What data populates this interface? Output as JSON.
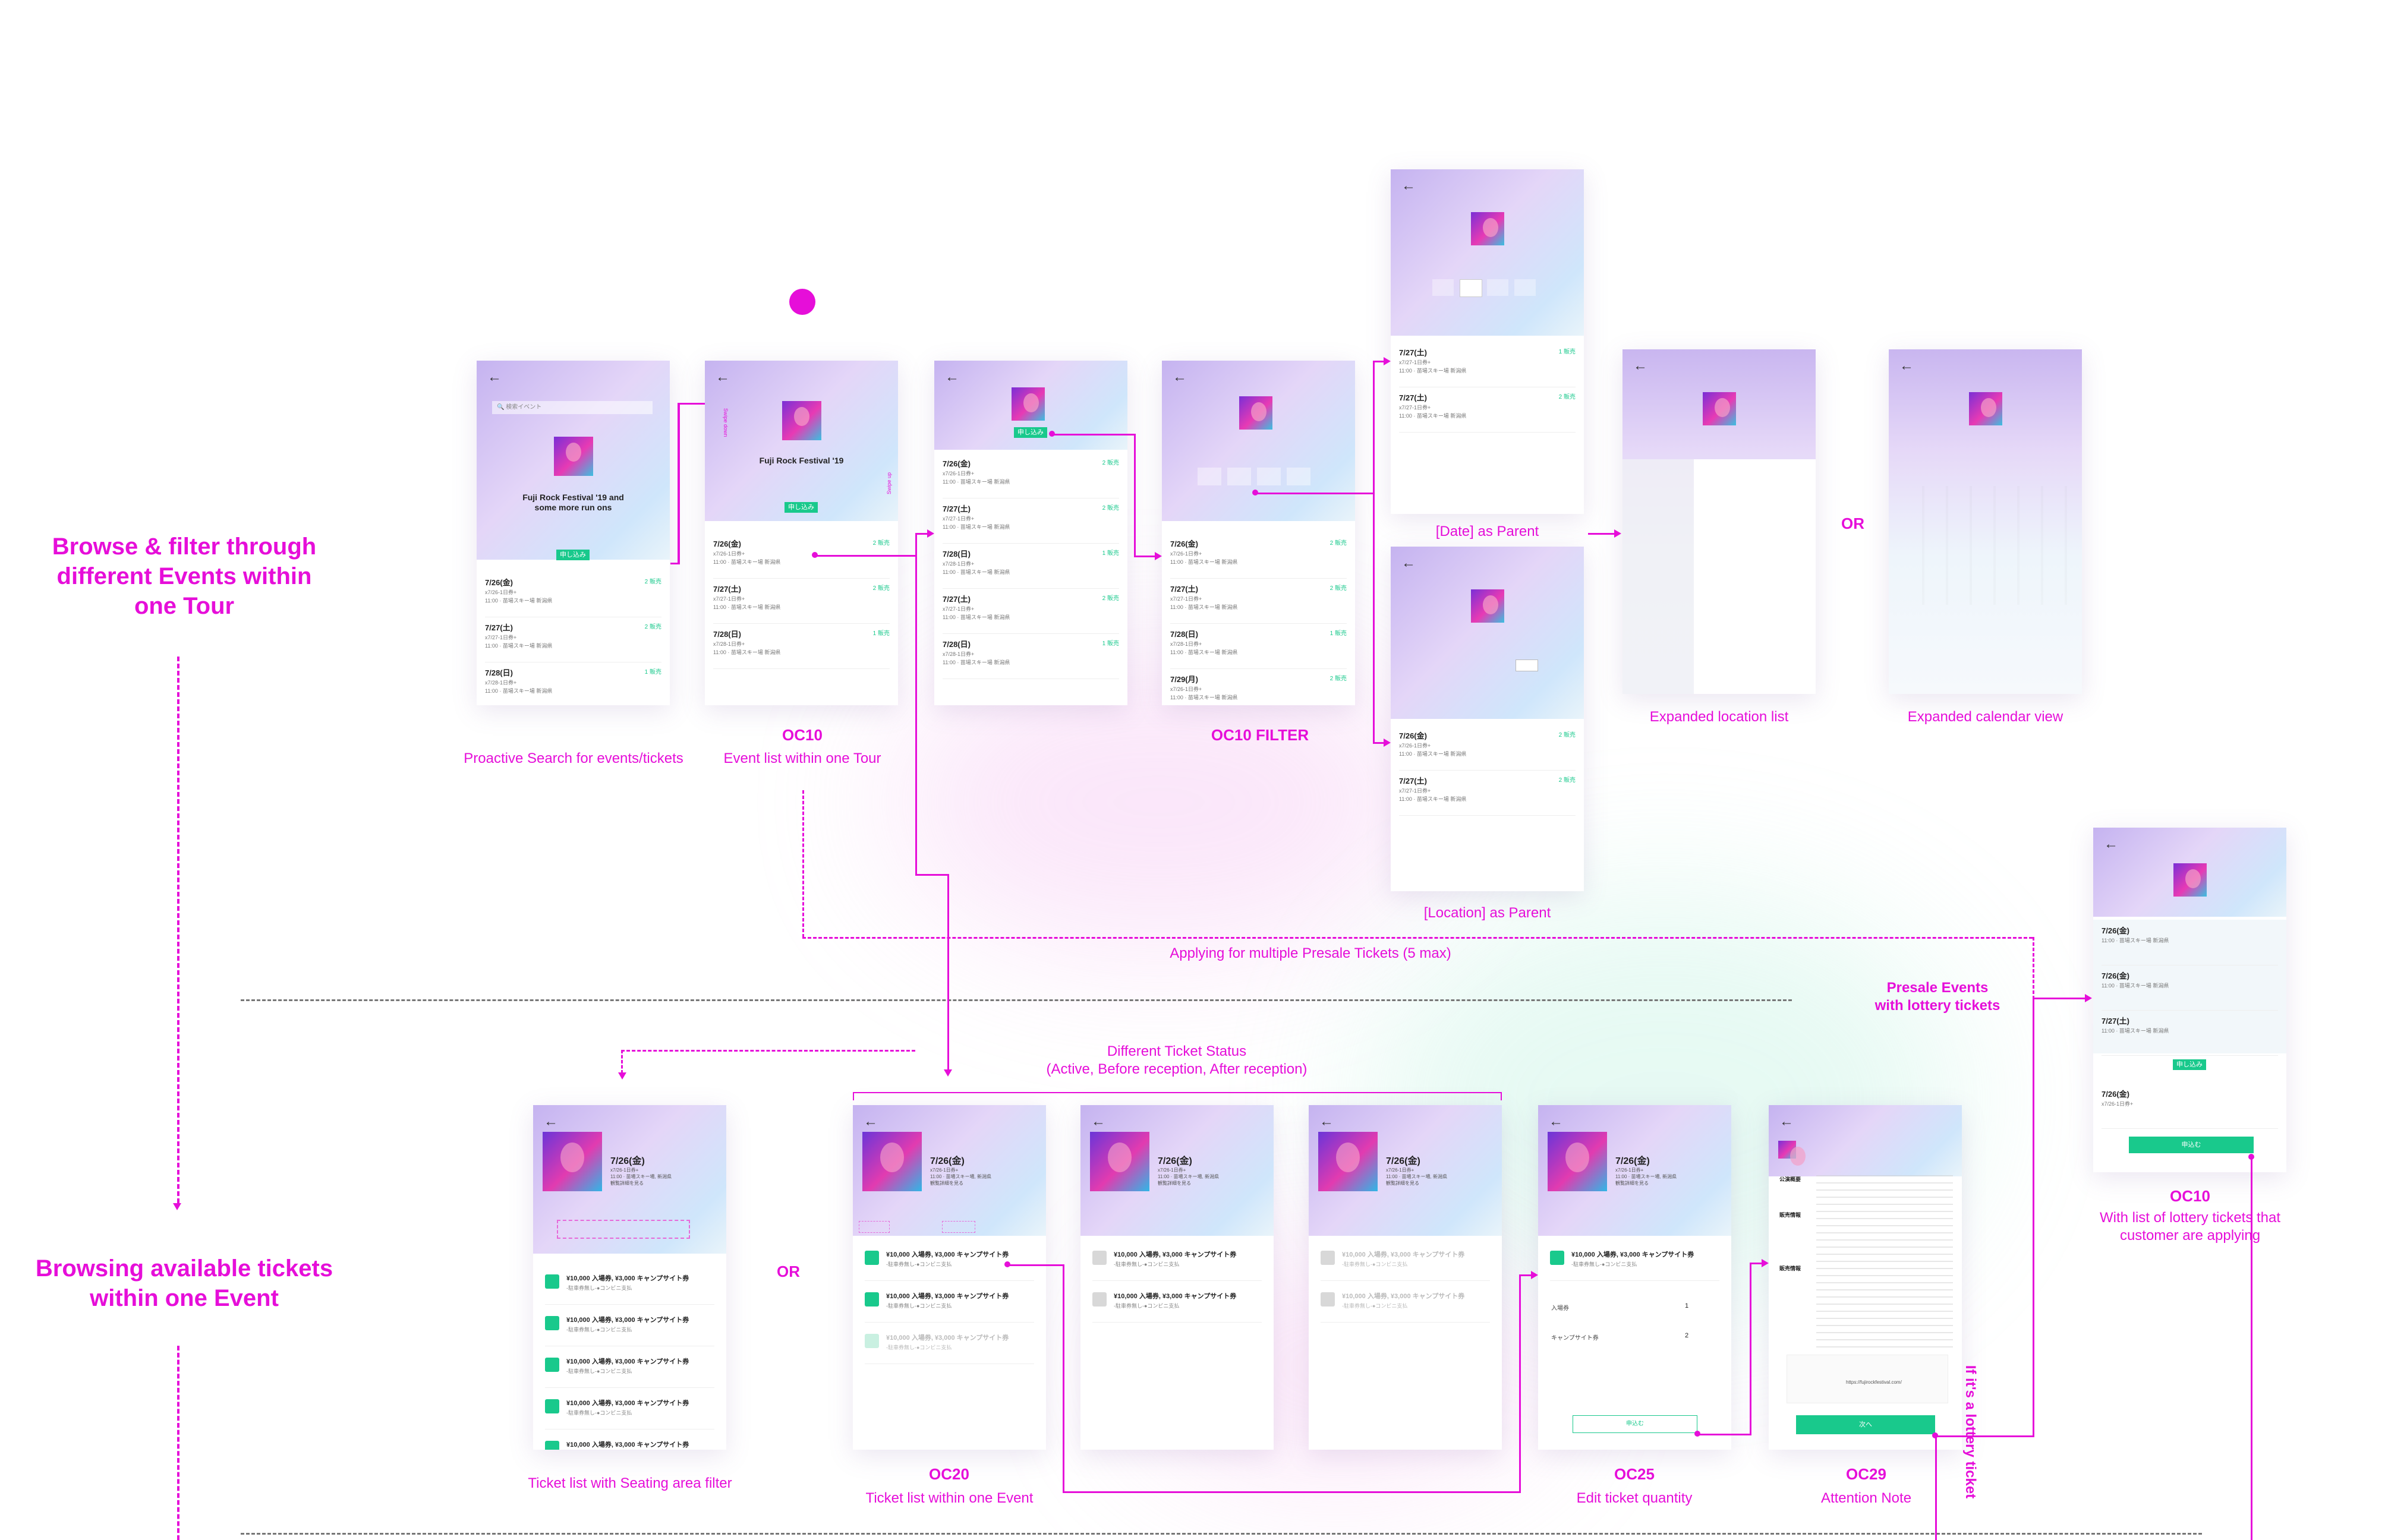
{
  "sections": {
    "browse": "Browse & filter through\ndifferent Events within\none Tour",
    "browsing": "Browsing available tickets\nwithin one Event"
  },
  "or_label": "OR",
  "flow_labels": {
    "applying": "Applying for multiple Presale Tickets (5 max)",
    "ticket_status": "Different Ticket Status\n(Active, Before reception, After reception)",
    "presale": "Presale Events\nwith lottery tickets",
    "lottery": "If it's a lottery ticket"
  },
  "captions": {
    "proactive": "Proactive Search for events/tickets",
    "oc10_code": "OC10",
    "oc10": "Event list within one Tour",
    "oc10_filter": "OC10 FILTER",
    "date_parent": "[Date] as Parent",
    "location_parent": "[Location] as Parent",
    "location_list": "Expanded location list",
    "calendar_view": "Expanded calendar view",
    "seating": "Ticket list with Seating area filter",
    "oc20_code": "OC20",
    "oc20": "Ticket list within one Event",
    "oc25_code": "OC25",
    "oc25": "Edit ticket quantity",
    "oc29_code": "OC29",
    "oc29": "Attention Note",
    "oc10b_code": "OC10",
    "oc10b": "With list of lottery tickets that\ncustomer are applying"
  },
  "screen": {
    "back": "←",
    "search_placeholder": "🔍 検索イベント",
    "festival_title_1": "Fuji Rock Festival '19 and\nsome more run ons",
    "festival_title_2": "Fuji Rock Festival '19",
    "apply_btn": "申し込み",
    "swipe_down": "Swipe down",
    "swipe_up": "Swipe up",
    "dates": [
      "7/26(金)",
      "7/27(土)",
      "7/28(日)",
      "7/29(月)",
      "7/27(土)"
    ],
    "rows": [
      {
        "d": "7/26(金)",
        "s": "x7/26-1日券+",
        "t": "11:00 · 苗場スキー場 新潟県",
        "g": "2 販売"
      },
      {
        "d": "7/27(土)",
        "s": "x7/27-1日券+",
        "t": "11:00 · 苗場スキー場 新潟県",
        "g": "2 販売"
      },
      {
        "d": "7/28(日)",
        "s": "x7/28-1日券+",
        "t": "11:00 · 苗場スキー場 新潟県",
        "g": "1 販売"
      }
    ],
    "event_date": "7/26(金)",
    "event_sub": "x7/26-1日券+\n11:00 · 苗場スキー場, 新潟県\n観覧詳細を見る",
    "ticket_title": "¥10,000 入場券, ¥3,000 キャンプサイト券",
    "ticket_sub": "-駐車券無し-●コンビニ支払",
    "qty_labels": [
      "入場券",
      "キャンプサイト券"
    ],
    "qty_values": [
      "1",
      "2"
    ],
    "confirm": "申込む",
    "next": "次へ",
    "lottery_rows": [
      "7/26(金)",
      "7/26(金)",
      "7/27(土)"
    ],
    "attention_heads": [
      "公演概要",
      "販売情報",
      "販売情報"
    ],
    "url": "https://fujirockfestival.com/"
  }
}
